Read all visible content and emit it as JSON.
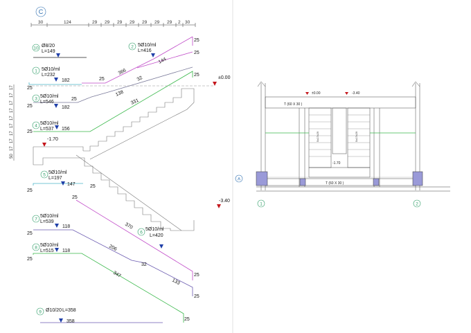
{
  "grid_axis_top": "C",
  "top_dims": [
    "30",
    "124",
    "29",
    "29",
    "29",
    "29",
    "29",
    "29",
    "29",
    "2",
    "30"
  ],
  "side_dims": [
    "17",
    "17",
    "17",
    "17",
    "17",
    "17",
    "17",
    "17",
    "17",
    "17",
    "50"
  ],
  "levels": {
    "top": "±0.00",
    "landing": "-1.70",
    "bottom": "-3.40"
  },
  "bars": [
    {
      "mark": "10",
      "spec": "Ø8/20",
      "length": "L=149",
      "tag": ""
    },
    {
      "mark": "2",
      "spec": "5Ø10/ml",
      "length": "L=416",
      "tag": ""
    },
    {
      "mark": "1",
      "spec": "5Ø10/ml",
      "length": "L=232",
      "tag": "182"
    },
    {
      "mark": "3",
      "spec": "5Ø10/ml",
      "length": "L=546",
      "tag": "182"
    },
    {
      "mark": "4",
      "spec": "5Ø10/ml",
      "length": "L=537",
      "tag": "156"
    },
    {
      "mark": "5",
      "spec": "5Ø10/ml",
      "length": "L=197",
      "tag": "147"
    },
    {
      "mark": "6",
      "spec": "5Ø10/ml",
      "length": "L=420",
      "tag": ""
    },
    {
      "mark": "7",
      "spec": "5Ø10/ml",
      "length": "L=539",
      "tag": "118"
    },
    {
      "mark": "8",
      "spec": "5Ø10/ml",
      "length": "L=515",
      "tag": "118"
    },
    {
      "mark": "9",
      "spec": "Ø10/20",
      "length": "L=358",
      "tag": "358"
    }
  ],
  "segment_labels": [
    "25",
    "25",
    "25",
    "25",
    "25",
    "25",
    "25",
    "25",
    "25",
    "25",
    "25",
    "25",
    "25",
    "25",
    "25",
    "25"
  ],
  "segment_lengths": {
    "b2_a": "366",
    "b2_b": "32",
    "b2_c": "144",
    "b3_a": "138",
    "b3_b": "331",
    "b6_a": "370",
    "b8_a": "206",
    "b8_b": "32",
    "b8_c": "133",
    "b8_d": "347"
  },
  "plan": {
    "beam_top": "T (60 X 30 )",
    "beam_bottom": "T (60 X 30 )",
    "level_top": "±0.00",
    "level_top2": "-3.40",
    "level_mid": "-1.70",
    "axis_left": "1",
    "axis_right": "2",
    "axis_row": "A",
    "stair_label_1": "5x17x29",
    "stair_label_2": "5x17x29"
  }
}
